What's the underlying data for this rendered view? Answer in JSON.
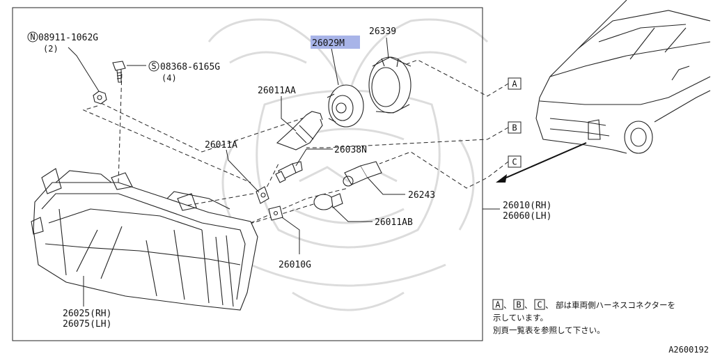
{
  "labels": {
    "nut_part": "08911-1062G",
    "nut_qty": "(2)",
    "nut_symbol": "N",
    "screw_part": "08368-6165G",
    "screw_qty": "(4)",
    "screw_symbol": "S",
    "socket_part": "26029M",
    "cover_part": "26339",
    "bulb_aa": "26011AA",
    "bulb_a": "26011A",
    "socket_n": "26038N",
    "socket_243": "26243",
    "bulb_ab": "26011AB",
    "clip_part": "26010G",
    "assembly_rh": "26010(RH)",
    "assembly_lh": "26060(LH)",
    "lens_rh": "26025(RH)",
    "lens_lh": "26075(LH)"
  },
  "connectors": [
    "A",
    "B",
    "C"
  ],
  "note_lines": [
    "部は車両側ハーネスコネクターを",
    "示しています。",
    "別頁一覧表を参照して下さい。"
  ],
  "note_sep": "、",
  "figure_code": "A2600192",
  "colors": {
    "highlight": "#a8b4e8",
    "line": "#222222",
    "watermark": "#dcdcdc"
  }
}
